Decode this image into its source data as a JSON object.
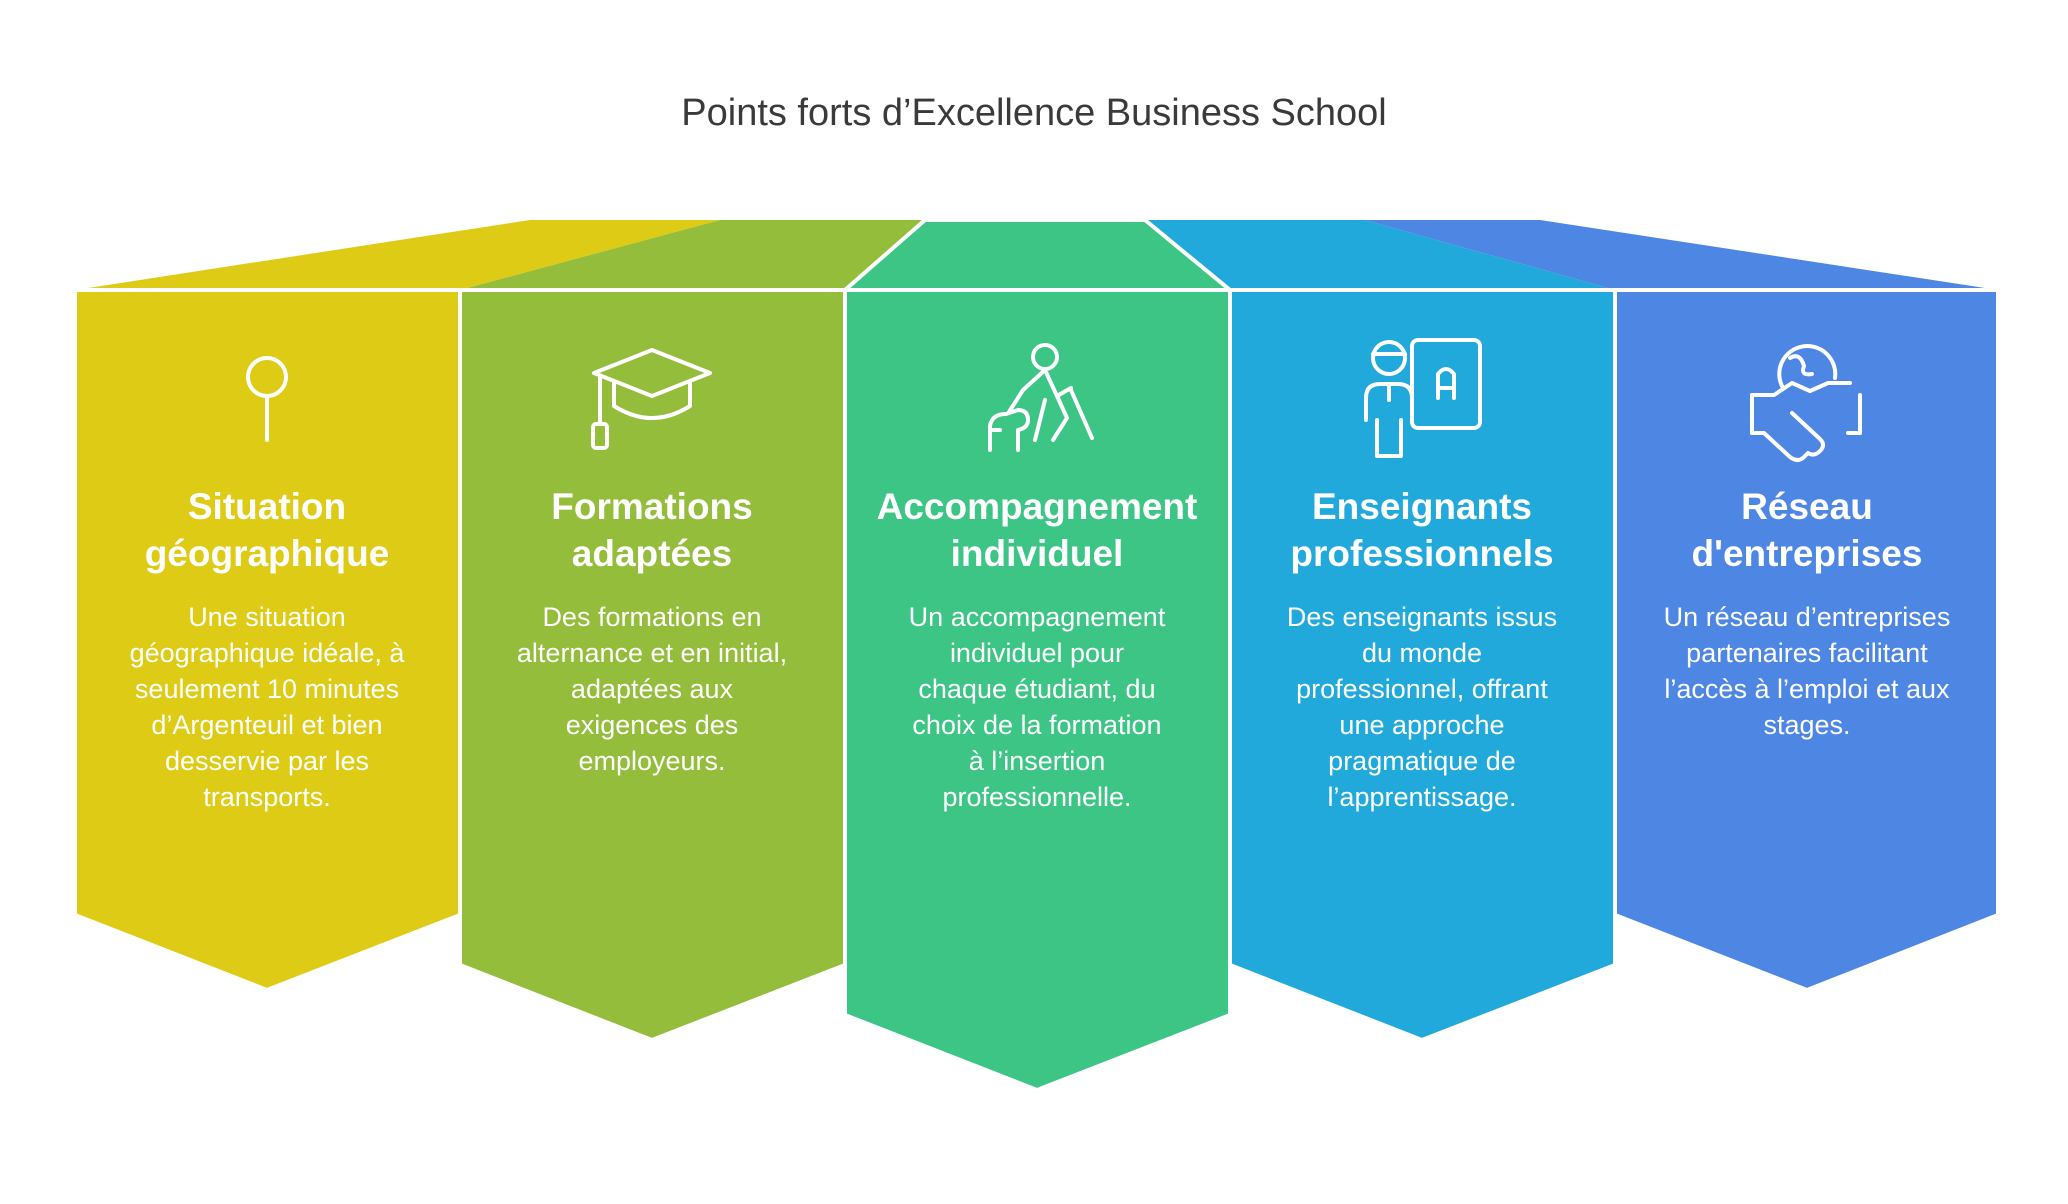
{
  "title": "Points forts d’Excellence Business School",
  "colors": {
    "col1": "#DECB16",
    "col2": "#93BD3A",
    "col3": "#3CC584",
    "col4": "#20A9DA",
    "col5": "#4E86E4",
    "text": "#FFFFFF",
    "title": "#3A3A3A"
  },
  "columns": [
    {
      "icon": "map-pin-icon",
      "heading": "Situation géographique",
      "description": "Une situation géographique idéale, à seulement 10 minutes d’Argenteuil et bien desservie par les transports."
    },
    {
      "icon": "graduation-cap-icon",
      "heading": "Formations adaptées",
      "description": "Des formations en alternance et en initial, adaptées aux exigences des employeurs."
    },
    {
      "icon": "guide-dog-person-icon",
      "heading": "Accompagnement individuel",
      "description": "Un accompagnement individuel pour chaque étudiant, du choix de la formation à l’insertion professionnelle."
    },
    {
      "icon": "teacher-board-icon",
      "heading": "Enseignants professionnels",
      "description": "Des enseignants issus du monde professionnel, offrant une approche pragmatique de l’apprentissage."
    },
    {
      "icon": "globe-handshake-icon",
      "heading": "Réseau d'entreprises",
      "description": "Un réseau d’entreprises partenaires facilitant l’accès à l’emploi et aux stages."
    }
  ]
}
